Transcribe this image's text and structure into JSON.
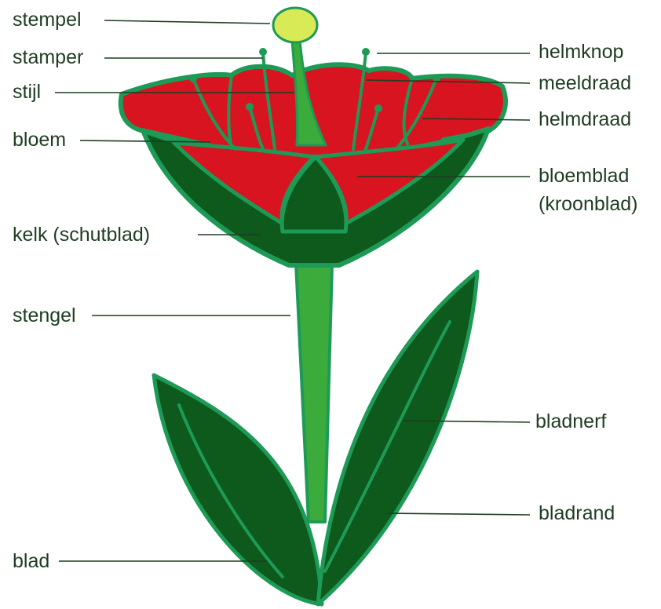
{
  "labels": {
    "left": {
      "stempel": "stempel",
      "stamper": "stamper",
      "stijl": "stijl",
      "bloem": "bloem",
      "kelk": "kelk (schutblad)",
      "stengel": "stengel",
      "blad": "blad"
    },
    "right": {
      "helmknop": "helmknop",
      "meeldraad": "meeldraad",
      "helmdraad": "helmdraad",
      "bloemblad_1": "bloemblad",
      "bloemblad_2": "(kroonblad)",
      "bladnerf": "bladnerf",
      "bladrand": "bladrand"
    }
  },
  "colors": {
    "petal": "#d7141f",
    "outline": "#1e9a57",
    "dark_green": "#0d5a1c",
    "stem": "#3bab3b",
    "stigma": "#d9ea57",
    "line": "#1f3d22"
  }
}
